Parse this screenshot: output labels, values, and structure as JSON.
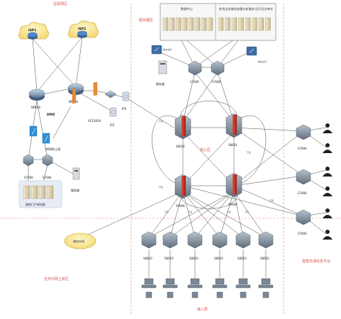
{
  "zones": {
    "internet": "互联网区",
    "service": "服务器区",
    "core": "核心区",
    "access": "接入层",
    "center_platform": "智能交通信息平台",
    "business_network": "业务外网上级区"
  },
  "datacenter": {
    "title": "数据中心",
    "groups": [
      "综合业务服务",
      "流量分析服务",
      "运行日志审计"
    ]
  },
  "devices": {
    "isp1": "ISP1",
    "isp2": "ISP2",
    "npe_a": "NPE60",
    "npe_b": "NPE60",
    "dmz": "DMZ",
    "ips": "IPS",
    "ace": "ACE3000",
    "web_firewall": "WEB防火墙",
    "switch_s7606_a": "S7606",
    "switch_s7606_b": "S7606",
    "portal_label": "政府门户网站群",
    "bastion_a": "服务器",
    "bastion_b": "堡垒主机",
    "log_server": "服务器",
    "core_fw_a": "S8614",
    "core_fw_b": "S8614",
    "core_sw_a": "S9606",
    "core_sw_b": "S9606",
    "srv_switch_a": "S7606",
    "srv_switch_b": "S7606",
    "right_switch_1": "S7806",
    "right_switch_2": "S7806",
    "right_switch_3": "S7806",
    "gov_cloud": "政务外网",
    "access_1": "S8610",
    "access_2": "S8610",
    "access_3": "S8610",
    "access_4": "S8610",
    "access_5": "S8610",
    "access_6": "S8610"
  },
  "link_label": "万兆"
}
